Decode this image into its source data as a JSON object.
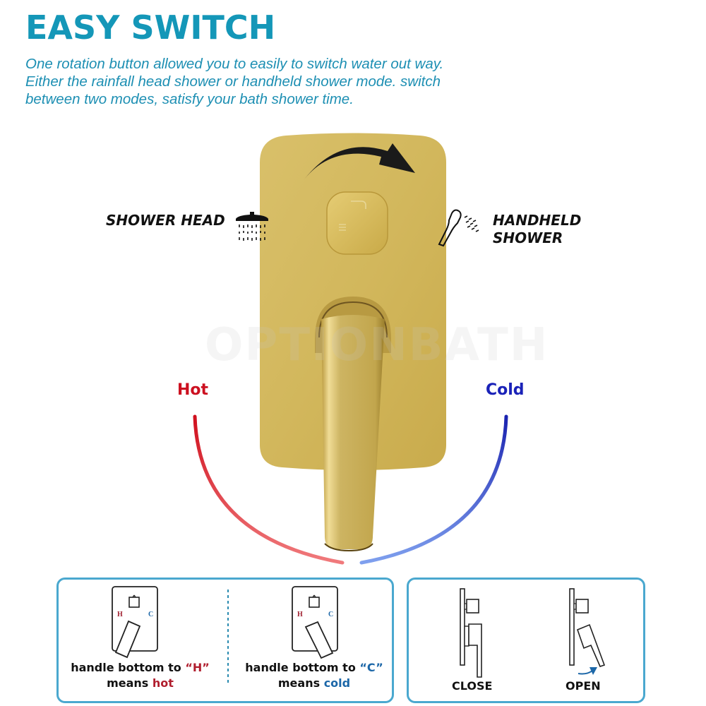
{
  "header": {
    "title": "EASY SWITCH",
    "description_lines": [
      "One rotation button allowed you to easily to switch water out way.",
      "Either the rainfall head shower or handheld shower mode. switch",
      "between two modes, satisfy your bath shower time."
    ]
  },
  "product": {
    "left_mode_label": "SHOWER HEAD",
    "left_mode_icon": "rainfall-shower-head-icon",
    "right_mode_label_line1": "HANDHELD",
    "right_mode_label_line2": "SHOWER",
    "right_mode_icon": "handheld-shower-icon",
    "rotation_arrow_icon": "curved-arrow-right-icon",
    "watermark": "OPTIONBATH",
    "plate_color": "#d4b95e",
    "hot_label": "Hot",
    "cold_label": "Cold",
    "hot_color": "#cc1020",
    "cold_color": "#1a22b8"
  },
  "panels": {
    "hot_panel": {
      "diagram_h": "H",
      "diagram_c": "C",
      "caption_prefix": "handle bottom to ",
      "caption_quote_open": "“",
      "caption_key": "H",
      "caption_quote_close": "”",
      "caption_line2_prefix": "means ",
      "caption_line2_key": "hot"
    },
    "cold_panel": {
      "diagram_h": "H",
      "diagram_c": "C",
      "caption_prefix": "handle bottom to ",
      "caption_quote_open": "“",
      "caption_key": "C",
      "caption_quote_close": "”",
      "caption_line2_prefix": "means ",
      "caption_line2_key": "cold"
    },
    "state_panel": {
      "close_label": "CLOSE",
      "open_label": "OPEN"
    },
    "border_color": "#4aa8cf"
  }
}
